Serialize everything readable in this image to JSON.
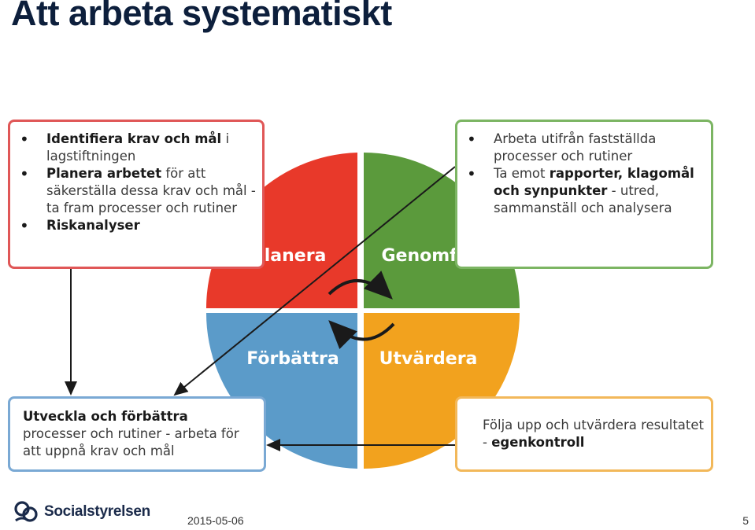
{
  "slide": {
    "title": "Att arbeta systematiskt",
    "date": "2015-05-06",
    "page_number": "5",
    "logo_text": "Socialstyrelsen"
  },
  "quadrants": {
    "planera": {
      "label": "Planera",
      "color": "#e8392a"
    },
    "genomfora": {
      "label": "Genomföra",
      "color": "#5b9a3c"
    },
    "forbattra": {
      "label": "Förbättra",
      "color": "#5b9bc9"
    },
    "utvardera": {
      "label": "Utvärdera",
      "color": "#f2a21e"
    }
  },
  "boxes": {
    "top_left": {
      "items": [
        {
          "bold": "Identifiera krav och mål",
          "rest": " i lagstiftningen"
        },
        {
          "bold": "Planera arbetet",
          "rest": " för att säkerställa dessa krav och mål - ta fram processer och rutiner"
        },
        {
          "bold": "Riskanalyser",
          "rest": ""
        }
      ]
    },
    "top_right": {
      "items": [
        {
          "pre": "Arbeta utifrån fastställda processer och rutiner",
          "bold": "",
          "rest": ""
        },
        {
          "pre": "Ta emot ",
          "bold": "rapporter, klagomål och synpunkter",
          "rest": " - utred, sammanställ och analysera"
        }
      ]
    },
    "bottom_left": {
      "bold": "Utveckla och förbättra",
      "rest": "processer och rutiner - arbeta för att uppnå krav och mål"
    },
    "bottom_right": {
      "pre": "Följa upp och utvärdera resultatet - ",
      "bold": "egenkontroll"
    }
  }
}
